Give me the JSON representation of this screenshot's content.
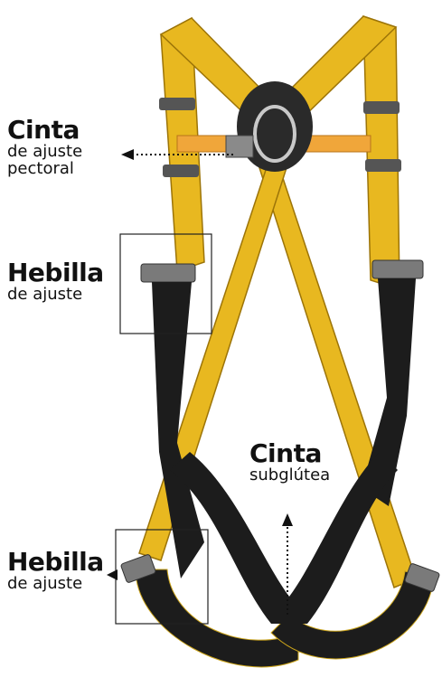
{
  "labels": {
    "chest_strap": {
      "title": "Cinta",
      "line1": "de ajuste",
      "line2": "pectoral"
    },
    "upper_buckle": {
      "title": "Hebilla",
      "line1": "de ajuste"
    },
    "subgluteal_strap": {
      "title": "Cinta",
      "line1": "subglútea"
    },
    "lower_buckle": {
      "title": "Hebilla",
      "line1": "de ajuste"
    }
  },
  "colors": {
    "webbing_yellow": "#e8b820",
    "webbing_yellow_dark": "#b8860b",
    "webbing_black": "#1c1c1c",
    "buckle_grey": "#6e6e6e",
    "label_text": "#111111"
  }
}
